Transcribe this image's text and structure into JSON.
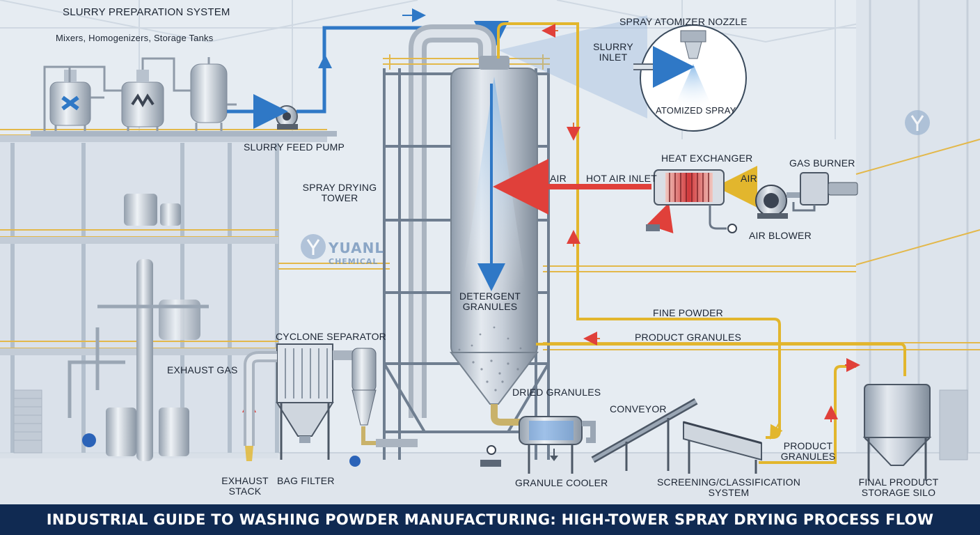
{
  "title": "INDUSTRIAL GUIDE TO WASHING POWDER MANUFACTURING: HIGH-TOWER SPRAY DRYING PROCESS FLOW",
  "brand": {
    "line1": "YUANL",
    "line2": "CHEMICAL"
  },
  "labels": {
    "slurry_prep_title": "SLURRY PREPARATION SYSTEM",
    "slurry_prep_sub": "Mixers, Homogenizers, Storage Tanks",
    "slurry_feed_pump": "SLURRY FEED PUMP",
    "spray_drying_tower_1": "SPRAY DRYING",
    "spray_drying_tower_2": "TOWER",
    "spray_atomizer_nozzle": "SPRAY ATOMIZER NOZZLE",
    "slurry_inlet_1": "SLURRY",
    "slurry_inlet_2": "INLET",
    "atomized_spray": "ATOMIZED SPRAY",
    "heat_exchanger": "HEAT EXCHANGER",
    "air_left": "AIR",
    "hot_air_inlet": "HOT AIR INLET",
    "air_right": "AIR",
    "gas_burner": "GAS BURNER",
    "air_blower": "AIR BLOWER",
    "detergent_granules_1": "DETERGENT",
    "detergent_granules_2": "GRANULES",
    "fine_powder": "FINE POWDER",
    "product_granules_top": "PRODUCT GRANULES",
    "cyclone_separator": "CYCLONE SEPARATOR",
    "exhaust_gas": "EXHAUST GAS",
    "dried_granules": "DRIED GRANULES",
    "conveyor": "CONVEYOR",
    "product_granules_1": "PRODUCT",
    "product_granules_2": "GRANULES",
    "exhaust_stack_1": "EXHAUST",
    "exhaust_stack_2": "STACK",
    "bag_filter": "BAG FILTER",
    "granule_cooler": "GRANULE COOLER",
    "screening_1": "SCREENING/CLASSIFICATION",
    "screening_2": "SYSTEM",
    "final_silo_1": "FINAL PRODUCT",
    "final_silo_2": "STORAGE SILO"
  },
  "colors": {
    "slurry_line": "#2f78c6",
    "hot_air": "#e0403a",
    "product_line": "#e2b62d",
    "steel": "#b9c3ce",
    "banner": "#102a52",
    "railing": "#e3b84a"
  }
}
